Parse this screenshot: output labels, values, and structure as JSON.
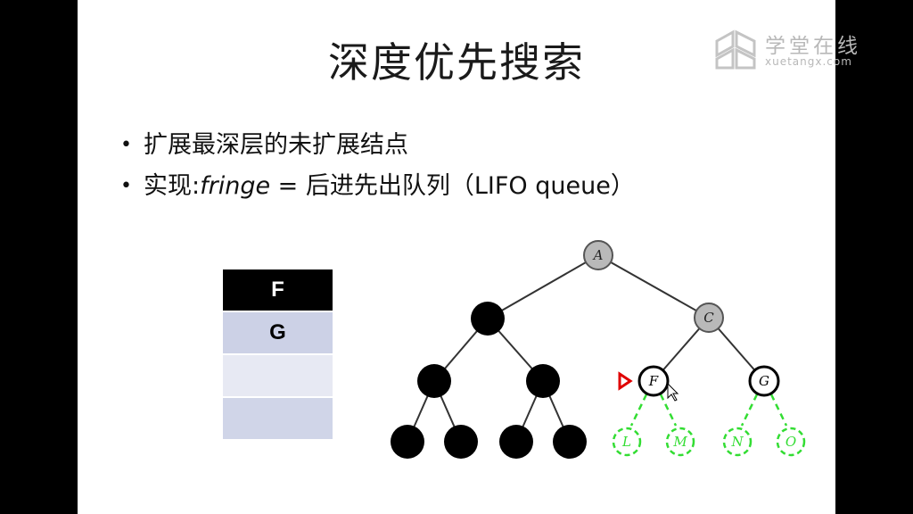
{
  "slide": {
    "title": "深度优先搜索",
    "bullets": [
      {
        "text": "扩展最深层的未扩展结点"
      },
      {
        "pre": "实现:",
        "italic": "fringe",
        "post": " = 后进先出队列（LIFO queue）"
      }
    ],
    "bullet_symbol": "•"
  },
  "stack": {
    "cells": [
      "F",
      "G",
      "",
      ""
    ]
  },
  "tree": {
    "labels": {
      "A": "A",
      "C": "C",
      "F": "F",
      "G": "G",
      "L": "L",
      "M": "M",
      "N": "N",
      "O": "O"
    },
    "colors": {
      "expanded": "#000000",
      "visited": "#b9b9b9",
      "frontier": "#ffffff",
      "unexplored": "#33dd33",
      "marker": "#e00000"
    }
  },
  "watermark": {
    "text": "学堂在线",
    "sub": "xuetangx.com"
  }
}
